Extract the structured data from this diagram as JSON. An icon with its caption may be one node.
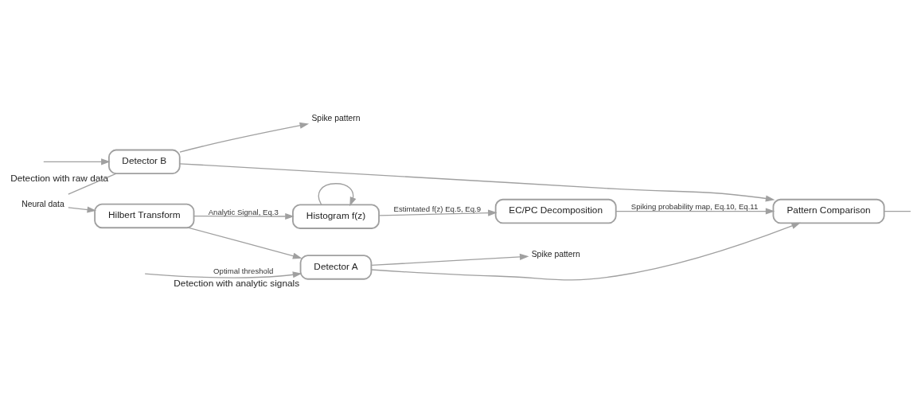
{
  "diagram": {
    "nodes": [
      {
        "text": [
          "Neural data"
        ]
      },
      {
        "text": [
          "Hilbert Transform"
        ]
      },
      {
        "text": [
          "Histogram f(z)"
        ]
      },
      {
        "text": [
          "EC/PC Decomposition"
        ]
      },
      {
        "text": [
          "Pattern Comparison"
        ]
      },
      {
        "text": [
          "Detector A"
        ],
        "beside": [
          "Detection with analytic signals"
        ]
      },
      {
        "text": [
          "Detector B"
        ],
        "beside": [
          "Detection with raw data"
        ]
      },
      {
        "text": [
          "Spike pattern"
        ]
      },
      {
        "text": [
          "Spike pattern"
        ]
      }
    ],
    "edges": [
      {
        "from": 0,
        "to": 1,
        "arrow": "to"
      },
      {
        "from": 0,
        "to": 6,
        "arrow": "none"
      },
      {
        "from": 1,
        "to": 2,
        "arrow": "to",
        "label": "Analytic Signal, Eq.3"
      },
      {
        "from": 1,
        "to": 5,
        "arrow": "to"
      },
      {
        "from": 2,
        "to": 2,
        "arrow": "to"
      },
      {
        "from": 2,
        "to": 3,
        "arrow": "to",
        "label": "Estimtated f(z) Eq.5, Eq.9"
      },
      {
        "from": 3,
        "to": 4,
        "arrow": "to",
        "label": "Spiking probability map, Eq.10, Eq.11"
      },
      {
        "from": 4,
        "to": null,
        "arrow": "none"
      },
      {
        "from": 5,
        "to": 7,
        "arrow": "to"
      },
      {
        "from": 5,
        "to": 4,
        "arrow": "to"
      },
      {
        "from": 6,
        "to": 8,
        "arrow": "to"
      },
      {
        "from": 6,
        "to": 4,
        "arrow": "to"
      },
      {
        "from": null,
        "to": 5,
        "arrow": "to",
        "label": "Optimal threshold"
      },
      {
        "from": null,
        "to": 6,
        "arrow": "to"
      }
    ]
  }
}
